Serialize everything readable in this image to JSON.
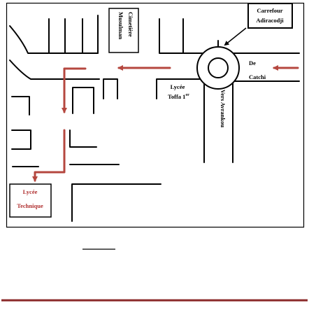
{
  "map": {
    "labels": {
      "cimetiere_line1": "Cimetière",
      "cimetiere_line2": "Musulman",
      "carrefour_line1": "Carrefour",
      "carrefour_line2": "Adiracodji",
      "lycee_toffa_line1": "Lycée",
      "lycee_toffa_line2": "Toffa 1",
      "lycee_toffa_sup": "er",
      "de": "De",
      "catchi": "Catchi",
      "vers_avrankou": "Vers Avrankou",
      "lycee_technique_line1": "Lycée",
      "lycee_technique_line2": "Technique"
    },
    "colors": {
      "route_arrow": "#b5473f",
      "road_line": "#000000",
      "footer_rule": "#8b2a2a"
    }
  }
}
